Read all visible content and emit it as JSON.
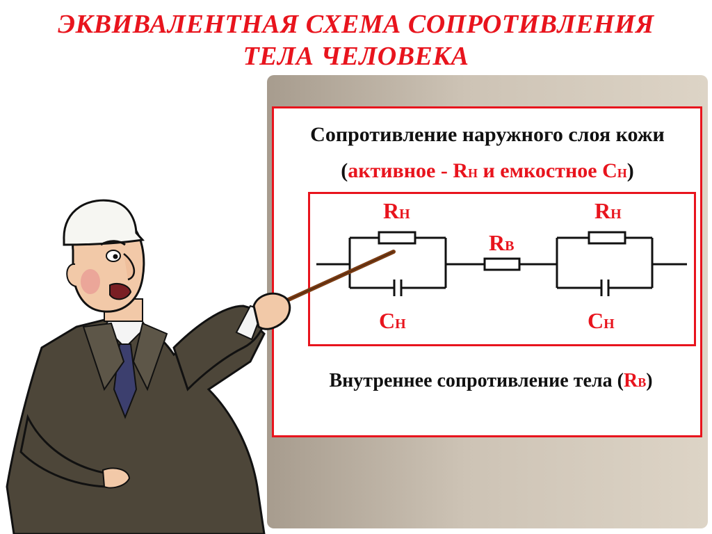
{
  "title": {
    "line1": "ЭКВИВАЛЕНТНАЯ СХЕМА СОПРОТИВЛЕНИЯ",
    "line2": "ТЕЛА ЧЕЛОВЕКА"
  },
  "heading": {
    "line1": "Сопротивление наружного слоя кожи",
    "open_paren": "(",
    "line2_text": "активное - R",
    "rn_sub": "Н",
    "and_text": " и емкостное С",
    "cn_sub": "Н",
    "close_paren": ")"
  },
  "footer": {
    "text": "Внутреннее сопротивление тела (",
    "r_main": "R",
    "r_sub": "В",
    "close_paren": ")"
  },
  "circuit": {
    "left_resistor": {
      "main": "R",
      "sub": "Н"
    },
    "left_capacitor": {
      "main": "С",
      "sub": "Н"
    },
    "middle_resistor": {
      "main": "R",
      "sub": "В"
    },
    "right_resistor": {
      "main": "R",
      "sub": "Н"
    },
    "right_capacitor": {
      "main": "С",
      "sub": "Н"
    }
  },
  "colors": {
    "accent_red": "#e8141d",
    "board": "#cdc3b5",
    "jacket": "#4d4639",
    "tie": "#3c3f6e",
    "pointer": "#7a3b12"
  }
}
